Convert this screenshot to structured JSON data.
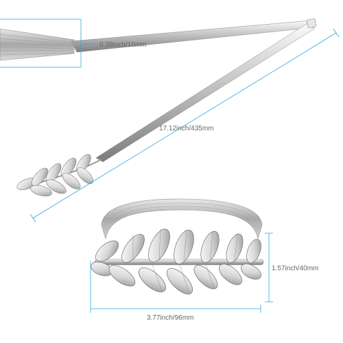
{
  "dimensions": {
    "width_label": "0.39inch/10mm",
    "length_label": "17.12inch/435mm",
    "height_label": "1.57inch/40mm",
    "diameter_label": "3.77inch/96mm"
  },
  "colors": {
    "dimension_line": "#2aa7de",
    "metal_light": "#f2f2f2",
    "metal_mid": "#c8c8c8",
    "metal_dark": "#8a8a8a",
    "label_text": "#666666"
  }
}
